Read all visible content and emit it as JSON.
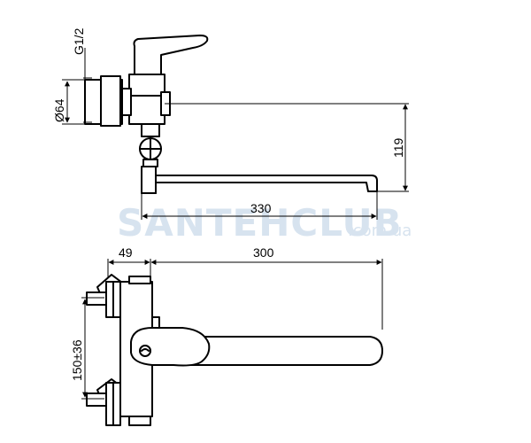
{
  "watermark": {
    "main": "SANTEHCLUB",
    "suffix": ".com.ua"
  },
  "dimensions": {
    "thread": "G1/2",
    "diameter": "Ø64",
    "height_119": "119",
    "reach_330": "330",
    "offset_49": "49",
    "spout_300": "300",
    "center_distance": "150±36"
  }
}
